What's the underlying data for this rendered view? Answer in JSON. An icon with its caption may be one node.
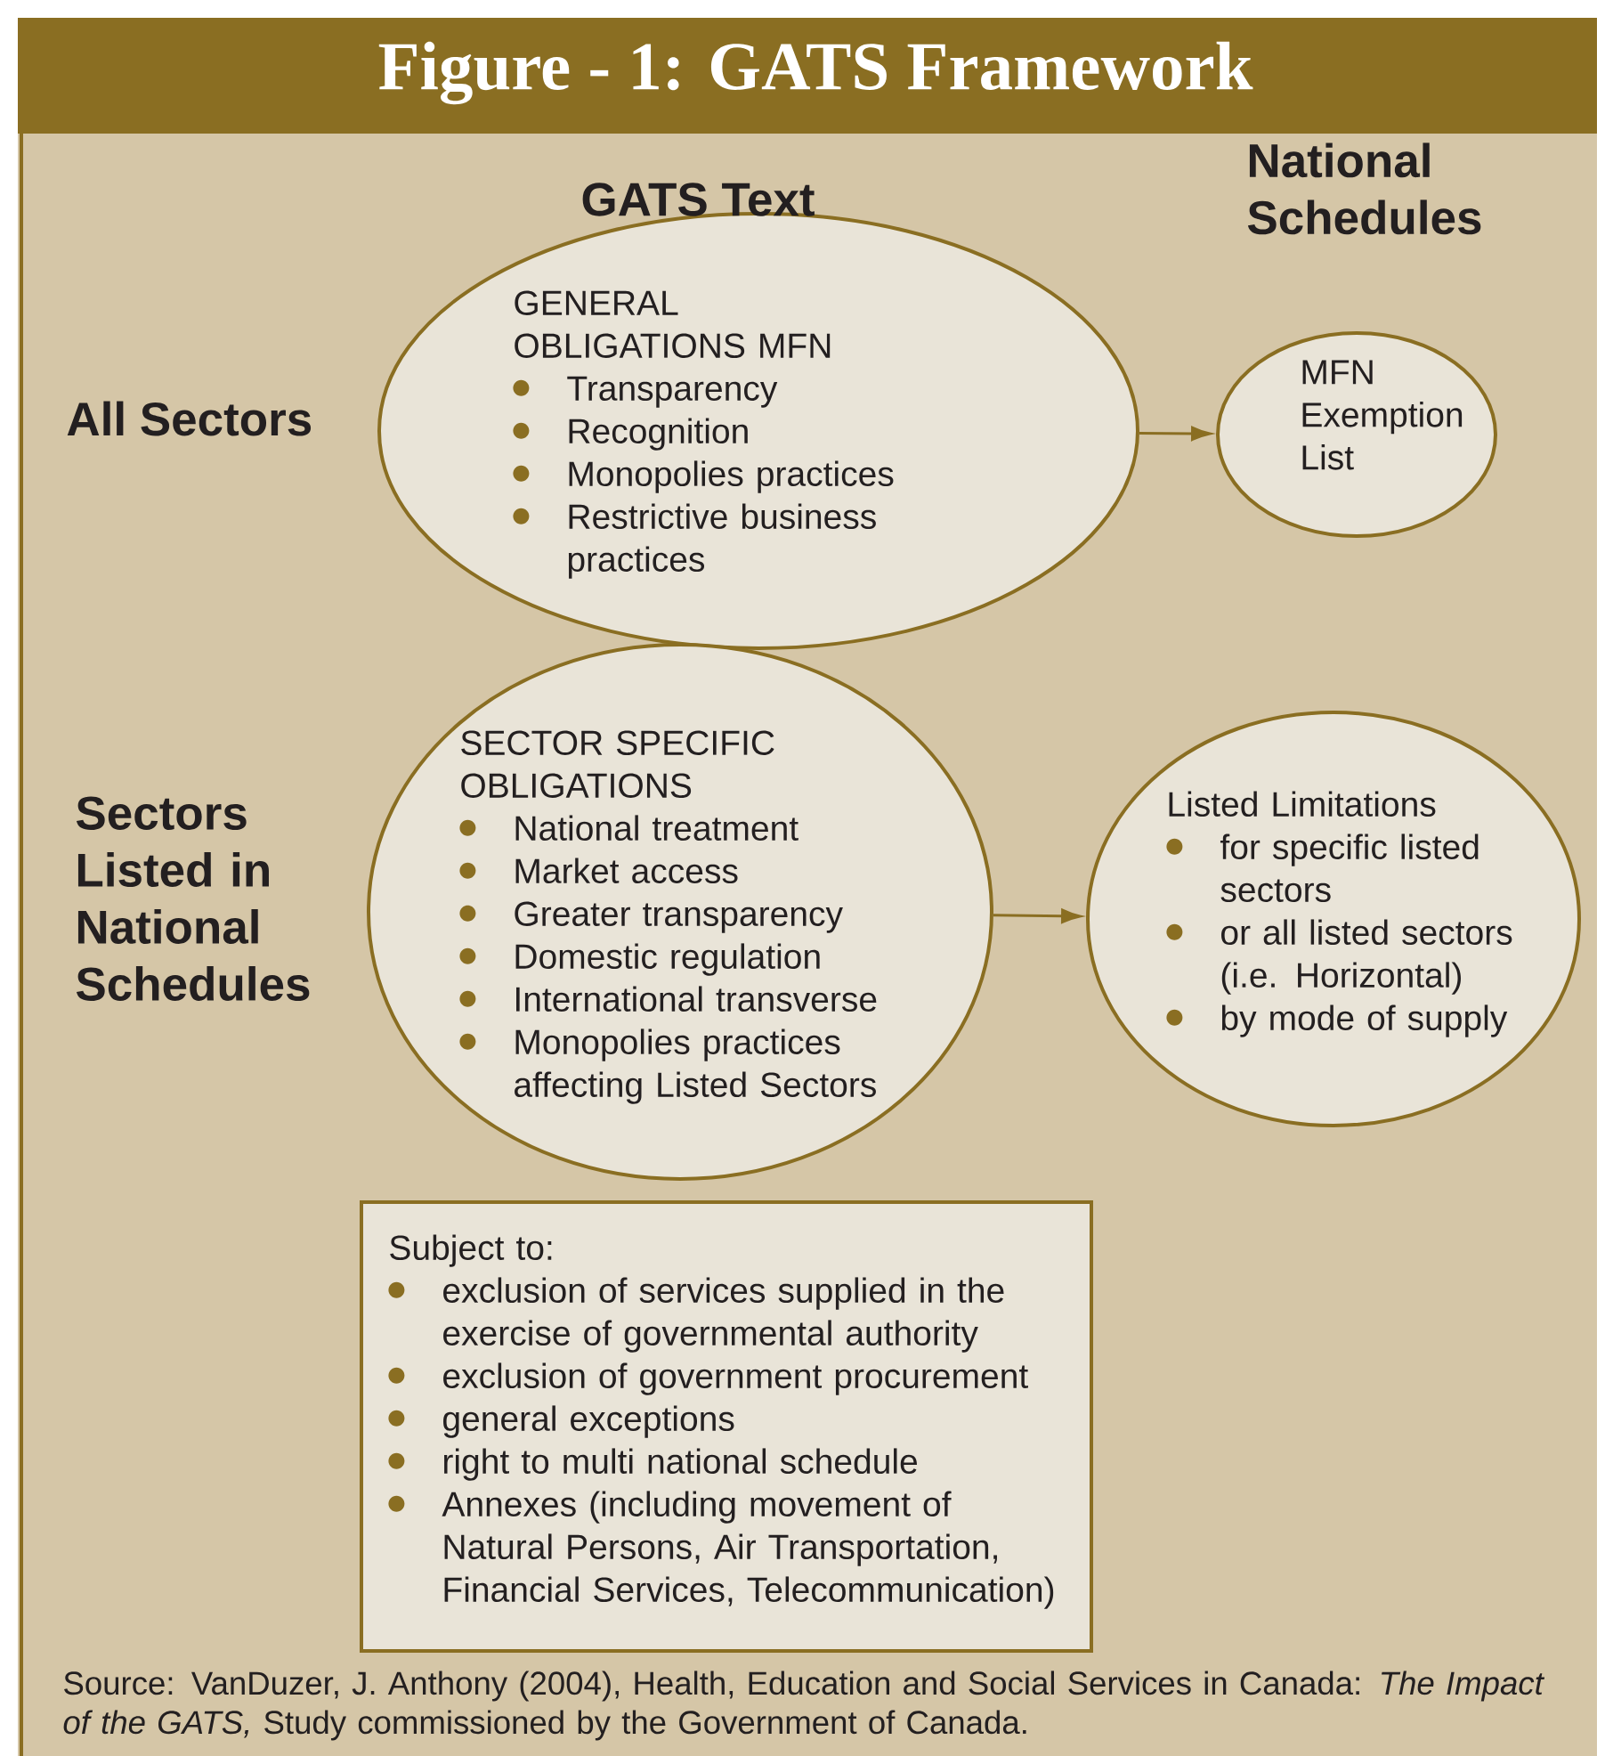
{
  "diagram": {
    "title": "Figure - 1: GATS Framework",
    "caption": "Source: VanDuzer, J. Anthony (2004), Health, Education and Social Services in Canada: *The Impact of the GATS,* Study commissioned by the Government of Canada.",
    "nodes": [
      {
        "text": [
          "GENERAL OBLIGATIONS MFN",
          "Transparency",
          "Recognition",
          "Monopolies practices",
          "Restrictive business practices"
        ]
      },
      {
        "text": [
          "MFN Exemption List"
        ]
      },
      {
        "text": [
          "SECTOR SPECIFIC OBLIGATIONS",
          "National treatment",
          "Market access",
          "Greater transparency",
          "Domestic regulation",
          "International transverse",
          "Monopolies practices affecting Listed Sectors"
        ]
      },
      {
        "text": [
          "Listed Limitations",
          "for specific listed sectors",
          "or all listed sectors (i.e. Horizontal)",
          "by mode of supply"
        ]
      },
      {
        "text": [
          "Subject to:",
          "exclusion of services supplied in the exercise of governmental authority",
          "exclusion of government procurement",
          "general exceptions",
          "right to multi national schedule",
          "Annexes (including movement of Natural Persons, Air Transportation, Financial Services, Telecommunication)"
        ]
      }
    ],
    "edges": [
      {
        "from": 0,
        "to": 1,
        "arrow": "to"
      },
      {
        "from": 2,
        "to": 3,
        "arrow": "to"
      }
    ],
    "labels": [
      "GATS Text",
      "National Schedules",
      "All Sectors",
      "Sectors Listed in National Schedules"
    ]
  }
}
